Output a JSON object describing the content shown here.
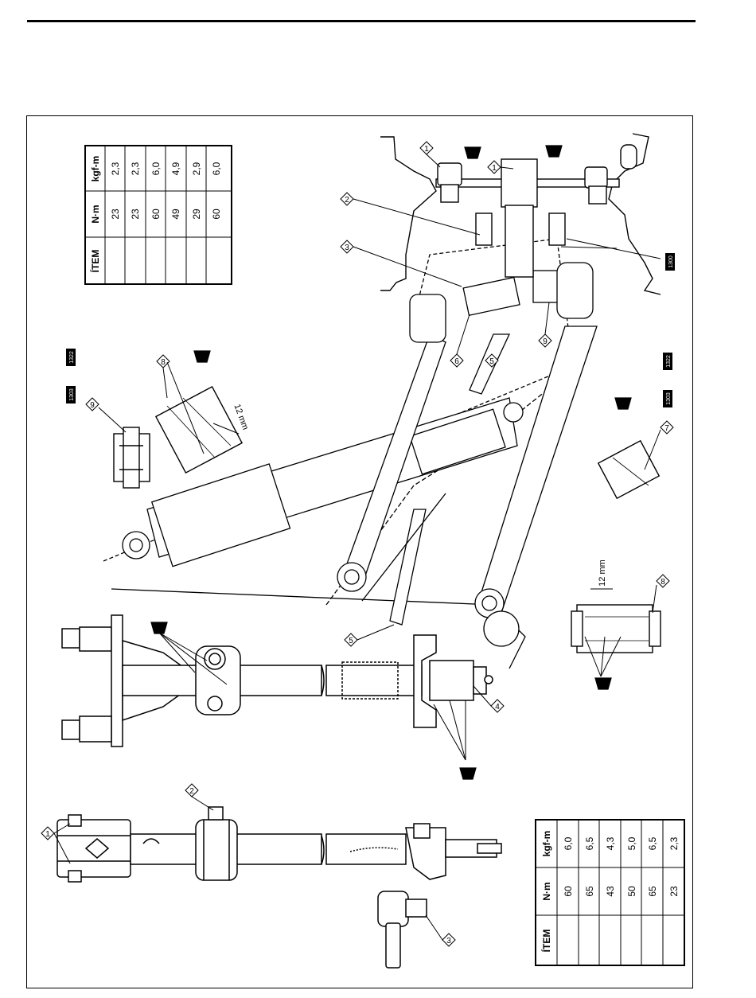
{
  "torque_table_top": {
    "headers": [
      "ÍTEM",
      "N·m",
      "kgf-m"
    ],
    "rows": [
      {
        "item": "",
        "nm": "23",
        "kgfm": "2,3"
      },
      {
        "item": "",
        "nm": "23",
        "kgfm": "2,3"
      },
      {
        "item": "",
        "nm": "60",
        "kgfm": "6,0"
      },
      {
        "item": "",
        "nm": "49",
        "kgfm": "4,9"
      },
      {
        "item": "",
        "nm": "29",
        "kgfm": "2,9"
      },
      {
        "item": "",
        "nm": "60",
        "kgfm": "6,0"
      }
    ]
  },
  "torque_table_bottom": {
    "headers": [
      "ÍTEM",
      "N·m",
      "kgf-m"
    ],
    "rows": [
      {
        "item": "",
        "nm": "60",
        "kgfm": "6,0"
      },
      {
        "item": "",
        "nm": "65",
        "kgfm": "6,5"
      },
      {
        "item": "",
        "nm": "43",
        "kgfm": "4,3"
      },
      {
        "item": "",
        "nm": "50",
        "kgfm": "5,0"
      },
      {
        "item": "",
        "nm": "65",
        "kgfm": "6,5"
      },
      {
        "item": "",
        "nm": "23",
        "kgfm": "2,3"
      }
    ]
  },
  "callouts": {
    "c1": "1",
    "c2": "2",
    "c3": "3",
    "c4": "4",
    "c5": "5",
    "c6": "6",
    "c7": "7",
    "c8": "8",
    "top_c1": "1",
    "top_c2": "2",
    "top_c3": "3",
    "top_c5": "5",
    "top_c6": "6",
    "top_c9": "9",
    "left_c8": "8",
    "left_c9": "9",
    "right_c7": "7",
    "right_c8": "8",
    "mid_c5": "5",
    "mid_c4": "4"
  },
  "dimensions": {
    "spacer_left": "12 mm",
    "spacer_right": "12 mm"
  },
  "grease_codes": {
    "g1": "1322",
    "g2": "1303",
    "g3": "1322",
    "g4": "1303",
    "g5": "1300"
  }
}
